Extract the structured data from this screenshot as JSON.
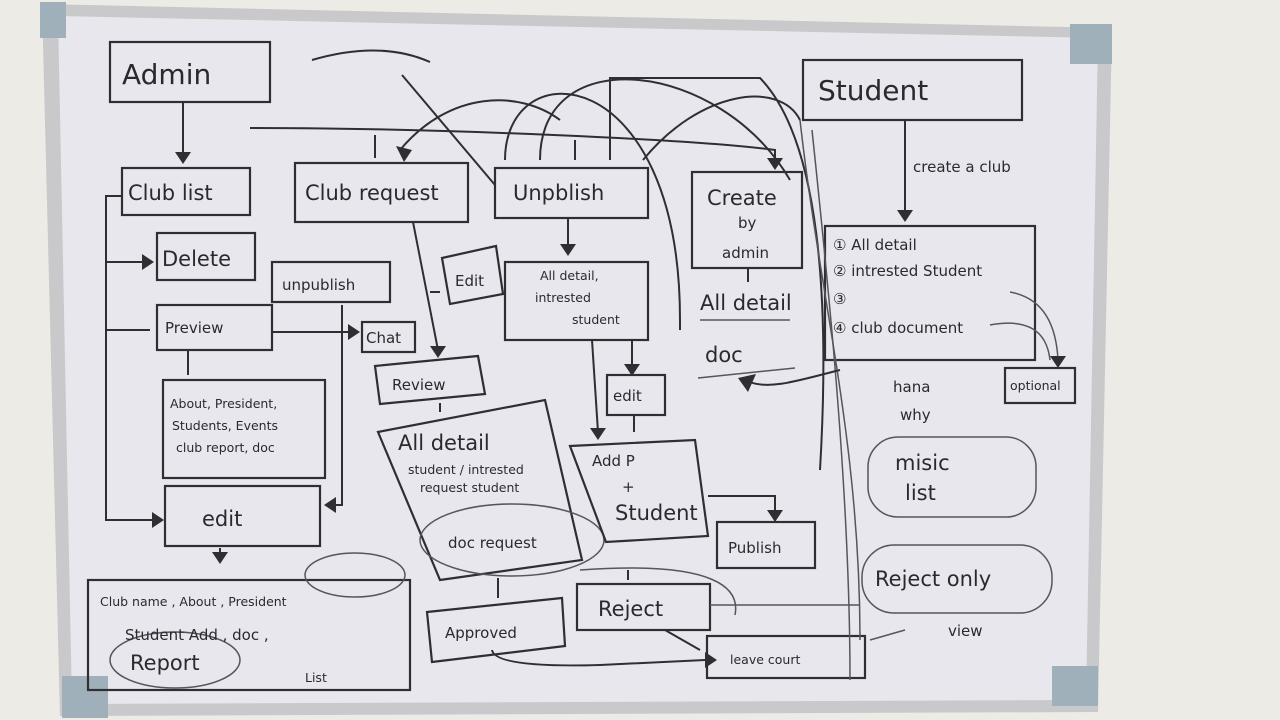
{
  "admin": {
    "title": "Admin",
    "club_list": "Club list",
    "club_request": "Club request",
    "unpublish_top": "Unpblish",
    "create_by_admin": [
      "Create",
      "by",
      "admin"
    ],
    "delete": "Delete",
    "unpublish": "unpublish",
    "preview": "Preview",
    "chat": "Chat",
    "preview_details": [
      "About, President,",
      "Students, Events",
      "club report, doc"
    ],
    "edit": "edit",
    "edit_fields": [
      "Club name , About , President",
      "Student Add , doc ,",
      "Report",
      "List"
    ],
    "request_edit": "Edit",
    "review": "Review",
    "review_details": [
      "All detail",
      "student / intrested",
      "request  student"
    ],
    "doc_request": "doc request",
    "approved": "Approved",
    "reject": "Reject",
    "leave_court": "leave court",
    "unpublish_details": [
      "All detail,",
      "intrested",
      "student"
    ],
    "unpublish_edit": "edit",
    "add_p_student": [
      "Add P",
      "+",
      "Student"
    ],
    "publish": "Publish",
    "create_details": [
      "All detail",
      "doc"
    ]
  },
  "student": {
    "title": "Student",
    "create_club": "create a club",
    "steps": [
      "① All detail",
      "② intrested Student",
      "③",
      "④ club document"
    ],
    "optional": "optional",
    "notes": [
      "hana",
      "why"
    ],
    "mission_list": [
      "misic",
      "list"
    ],
    "reject_only": "Reject only",
    "view": "view"
  }
}
